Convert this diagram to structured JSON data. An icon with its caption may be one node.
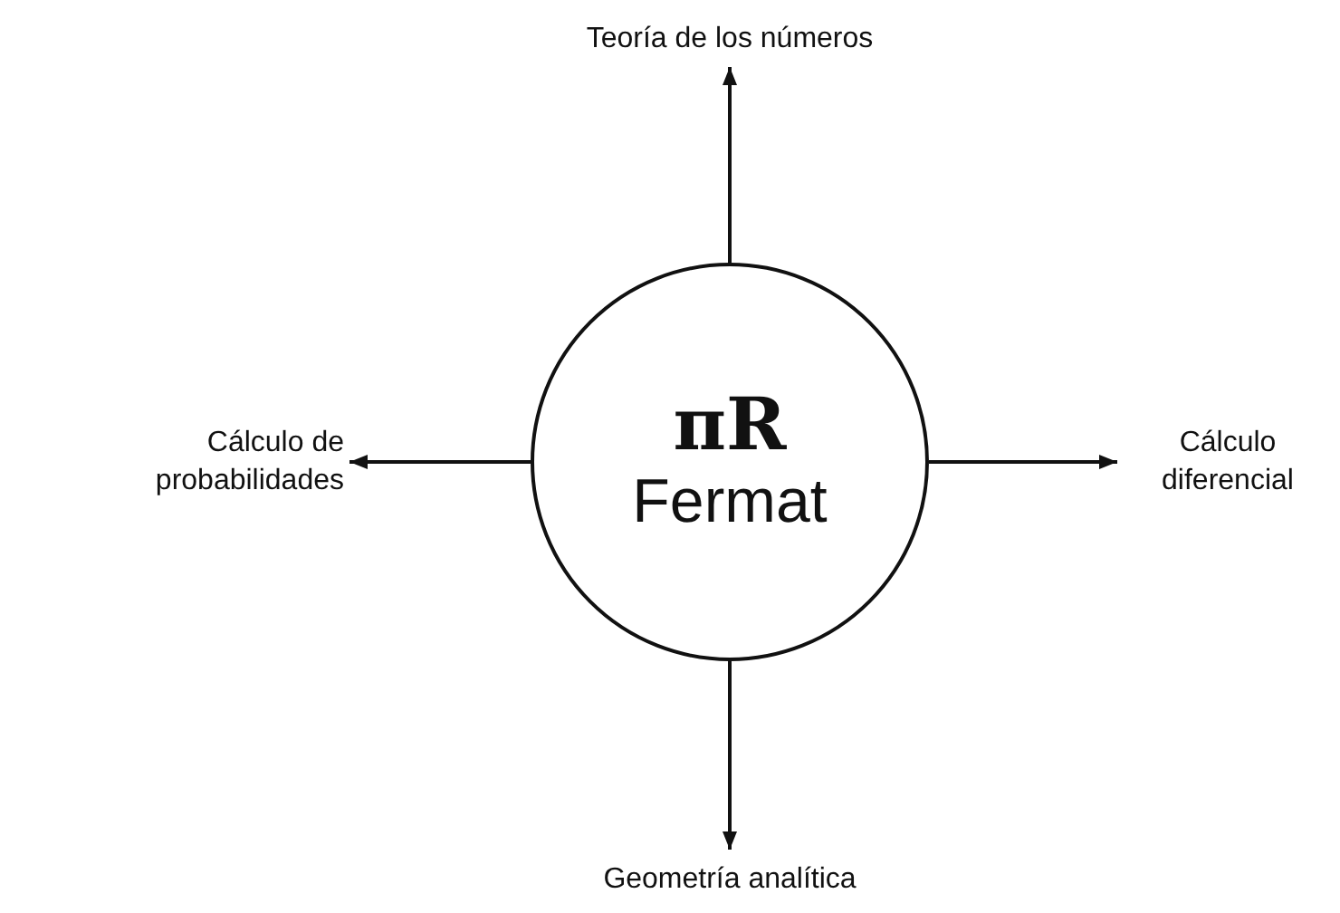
{
  "diagram": {
    "nodes": [
      {
        "text": [
          "πR",
          "Fermat"
        ]
      },
      {
        "text": [
          "Teoría de los números"
        ]
      },
      {
        "text": [
          "Cálculo de probabilidades"
        ]
      },
      {
        "text": [
          "Cálculo diferencial"
        ]
      },
      {
        "text": [
          "Geometría analítica"
        ]
      }
    ],
    "edges": [
      {
        "from": 0,
        "to": 1,
        "arrow": "to"
      },
      {
        "from": 0,
        "to": 2,
        "arrow": "to"
      },
      {
        "from": 0,
        "to": 3,
        "arrow": "to"
      },
      {
        "from": 0,
        "to": 4,
        "arrow": "to"
      }
    ]
  }
}
